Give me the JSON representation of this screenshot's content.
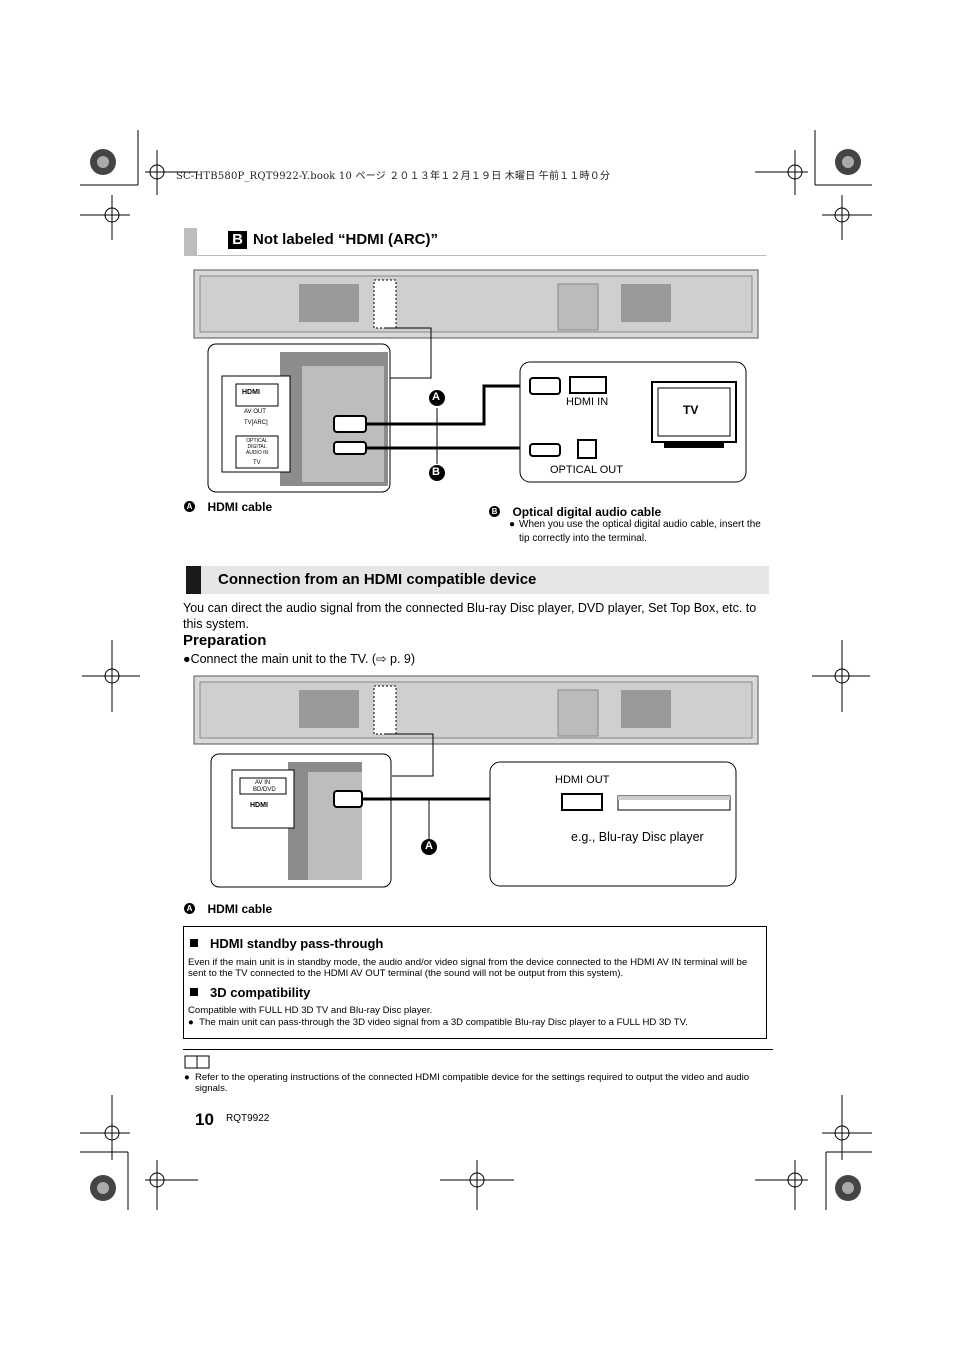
{
  "print_header": "SC-HTB580P_RQT9922-Y.book  10 ページ  ２０１３年１２月１９日  木曜日  午前１１時０分",
  "section_b": {
    "badge": "B",
    "title": "Not labeled “HDMI (ARC)”",
    "diagram": {
      "panel_labels": [
        "AV OUT",
        "TV[ARC]",
        "OPTICAL DIGITAL AUDIO IN",
        "TV"
      ],
      "hdmi_logo": "HDMI",
      "hdmi_in": "HDMI IN",
      "tv": "TV",
      "optical_out": "OPTICAL OUT",
      "marker_a": "A",
      "marker_b": "B"
    },
    "legend_a": {
      "marker": "A",
      "text": "HDMI cable"
    },
    "legend_b": {
      "marker": "B",
      "text": "Optical digital audio cable",
      "note": "When you use the optical digital audio cable, insert the tip correctly into the terminal."
    }
  },
  "section_c": {
    "title": "Connection from an HDMI compatible device",
    "intro": "You can direct the audio signal from the connected Blu-ray Disc player, DVD player, Set Top Box, etc. to this system.",
    "preparation_heading": "Preparation",
    "preparation_item": "Connect the main unit to the TV. (⇨ p. 9)",
    "diagram": {
      "panel_labels": [
        "AV IN",
        "BD/DVD"
      ],
      "hdmi_logo": "HDMI",
      "hdmi_out": "HDMI OUT",
      "device_caption": "e.g., Blu-ray Disc player",
      "marker_a": "A"
    },
    "legend_a": {
      "marker": "A",
      "text": "HDMI cable"
    }
  },
  "infobox": {
    "standby_heading": "HDMI standby pass-through",
    "standby_text": "Even if the main unit is in standby mode, the audio and/or video signal from the device connected to the HDMI AV IN terminal will be sent to the TV connected to the HDMI AV OUT terminal (the sound will not be output from this system).",
    "compat_heading": "3D compatibility",
    "compat_text": "Compatible with FULL HD 3D TV and Blu-ray Disc player.",
    "compat_bullet": "The main unit can pass-through the 3D video signal from a 3D compatible Blu-ray Disc player to a FULL HD 3D TV."
  },
  "footnote": "Refer to the operating instructions of the connected HDMI compatible device for the settings required to output the video and audio signals.",
  "footer": {
    "page_number": "10",
    "doc_code": "RQT9922"
  }
}
